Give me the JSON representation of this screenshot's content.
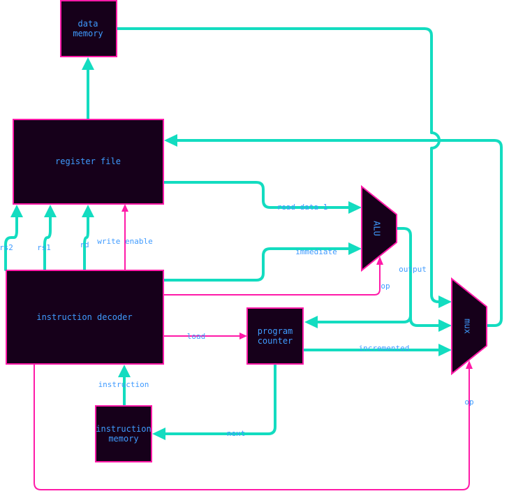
{
  "colors": {
    "node_fill": "#16001a",
    "node_border": "#ff1aa8",
    "data_wire": "#13dcc0",
    "control_wire": "#ff1aa8",
    "text": "#3f9bff",
    "background": "#ffffff"
  },
  "nodes": {
    "data_memory": [
      "data",
      "memory"
    ],
    "register_file": [
      "register file"
    ],
    "instruction_decoder": [
      "instruction decoder"
    ],
    "program_counter": [
      "program",
      "counter"
    ],
    "instruction_memory": [
      "instruction",
      "memory"
    ],
    "alu": "ALU",
    "mux": "mux"
  },
  "edges": {
    "rs2": "rs2",
    "rs1": "rs1",
    "rd": "rd",
    "write_enable": "write enable",
    "read_data_1": "read data 1",
    "immediate": "immediate",
    "alu_op": "op",
    "output": "output",
    "load": "load",
    "incremented": "incremented",
    "instruction": "instruction",
    "next": "next",
    "mux_op": "op"
  }
}
